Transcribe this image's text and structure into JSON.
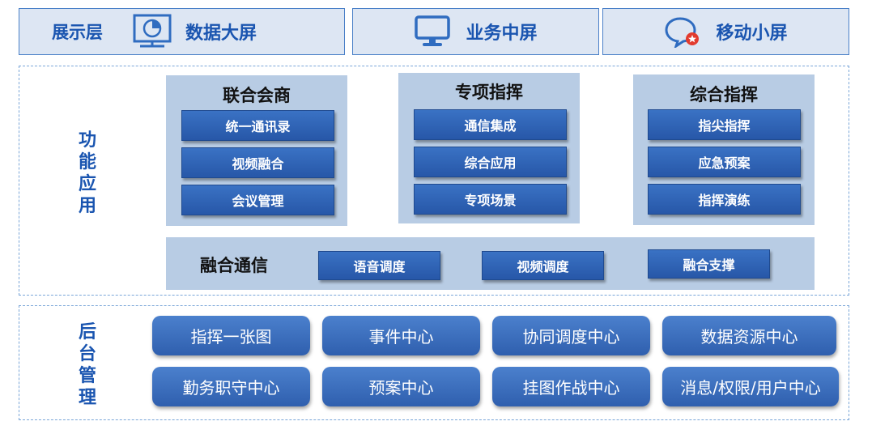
{
  "display_layer": {
    "label": "展示层",
    "items": [
      {
        "label": "数据大屏",
        "icon": "dashboard-monitor-icon"
      },
      {
        "label": "业务中屏",
        "icon": "desktop-monitor-icon"
      },
      {
        "label": "移动小屏",
        "icon": "chat-bubble-icon"
      }
    ]
  },
  "function_layer": {
    "label": [
      "功",
      "能",
      "应",
      "用"
    ],
    "panels": [
      {
        "title": "联合会商",
        "items": [
          "统一通讯录",
          "视频融合",
          "会议管理"
        ]
      },
      {
        "title": "专项指挥",
        "items": [
          "通信集成",
          "综合应用",
          "专项场景"
        ]
      },
      {
        "title": "综合指挥",
        "items": [
          "指尖指挥",
          "应急预案",
          "指挥演练"
        ]
      }
    ],
    "fusion": {
      "title": "融合通信",
      "items": [
        "语音调度",
        "视频调度",
        "融合支撑"
      ]
    }
  },
  "backend_layer": {
    "label": [
      "后",
      "台",
      "管",
      "理"
    ],
    "rows": [
      [
        "指挥一张图",
        "事件中心",
        "协同调度中心",
        "数据资源中心"
      ],
      [
        "勤务职守中心",
        "预案中心",
        "挂图作战中心",
        "消息/权限/用户中心"
      ]
    ]
  },
  "colors": {
    "accent": "#1a55b0",
    "button": "#2f63b5",
    "panel": "#b8cce4",
    "header_bg": "#dde6f3",
    "badge": "#e23b2e"
  }
}
